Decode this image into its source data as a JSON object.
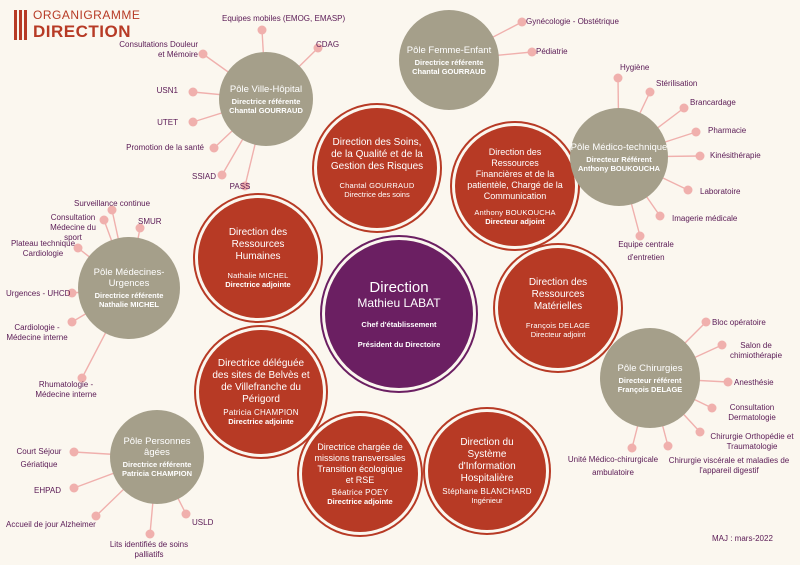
{
  "logo": {
    "line1": "ORGANIGRAMME",
    "line2": "DIRECTION"
  },
  "maj": "MAJ : mars-2022",
  "colors": {
    "direction": "#b73a25",
    "central": "#6b1f62",
    "pole": "#a59f8a",
    "satellite": "#f0b0ad",
    "text": "#5a1a55"
  },
  "central": {
    "title": "Direction",
    "name": "Mathieu LABAT",
    "role1": "Chef d'établissement",
    "role2": "Président du Directoire"
  },
  "directions": [
    {
      "title": "Direction des Soins, de la Qualité et de la Gestion des Risques",
      "name": "Chantal GOURRAUD",
      "role": "Directrice des soins"
    },
    {
      "title": "Direction des Ressources Financières et de la patientèle, Chargé de la Communication",
      "name": "Anthony BOUKOUCHA",
      "role": "Directeur adjoint"
    },
    {
      "title": "Direction des Ressources Humaines",
      "name": "Nathalie MICHEL",
      "role": "Directrice adjointe"
    },
    {
      "title": "Direction des Ressources Matérielles",
      "name": "François DELAGE",
      "role": "Directeur adjoint"
    },
    {
      "title": "Directrice déléguée des sites de Belvès et de Villefranche du Périgord",
      "name": "Patricia CHAMPION",
      "role": "Directrice adjointe"
    },
    {
      "title": "Directrice chargée de missions transversales Transition écologique et RSE",
      "name": "Béatrice POEY",
      "role": "Directrice adjointe"
    },
    {
      "title": "Direction du Système d'Information Hospitalière",
      "name": "Stéphane BLANCHARD",
      "role": "Ingénieur"
    }
  ],
  "poles": [
    {
      "title": "Pôle Ville-Hôpital",
      "role": "Directrice référente",
      "name": "Chantal GOURRAUD",
      "items": [
        "Equipes mobiles (EMOG, EMASP)",
        "CDAG",
        "Consultations Douleur et Mémoire",
        "USN1",
        "UTET",
        "Promotion de la santé",
        "SSIAD",
        "PASS"
      ]
    },
    {
      "title": "Pôle Femme-Enfant",
      "role": "Directrice référente",
      "name": "Chantal GOURRAUD",
      "items": [
        "Gynécologie - Obstétrique",
        "Pédiatrie"
      ]
    },
    {
      "title": "Pôle Médico-technique",
      "role": "Directeur Référent",
      "name": "Anthony BOUKOUCHA",
      "items": [
        "Hygiène",
        "Stérilisation",
        "Brancardage",
        "Pharmacie",
        "Kinésithérapie",
        "Laboratoire",
        "Imagerie médicale",
        "Equipe centrale d'entretien"
      ]
    },
    {
      "title": "Pôle Médecines-Urgences",
      "role": "Directrice référente",
      "name": "Nathalie MICHEL",
      "items": [
        "Surveillance continue",
        "Consultation Médecine du sport",
        "SMUR",
        "Plateau technique Cardiologie",
        "Urgences - UHCD",
        "Cardiologie - Médecine interne",
        "Rhumatologie - Médecine interne"
      ]
    },
    {
      "title": "Pôle Chirurgies",
      "role": "Directeur référent",
      "name": "François DELAGE",
      "items": [
        "Bloc opératoire",
        "Salon de chimiothérapie",
        "Anesthésie",
        "Consultation Dermatologie",
        "Chirurgie Orthopédie et Traumatologie",
        "Chirurgie viscérale et maladies de l'appareil digestif",
        "Unité Médico-chirurgicale ambulatoire"
      ]
    },
    {
      "title": "Pôle Personnes âgées",
      "role": "Directrice référente",
      "name": "Patricia CHAMPION",
      "items": [
        "Court Séjour Gériatique",
        "EHPAD",
        "Accueil de jour Alzheimer",
        "USLD",
        "Lits identifiés de soins palliatifs"
      ]
    }
  ]
}
